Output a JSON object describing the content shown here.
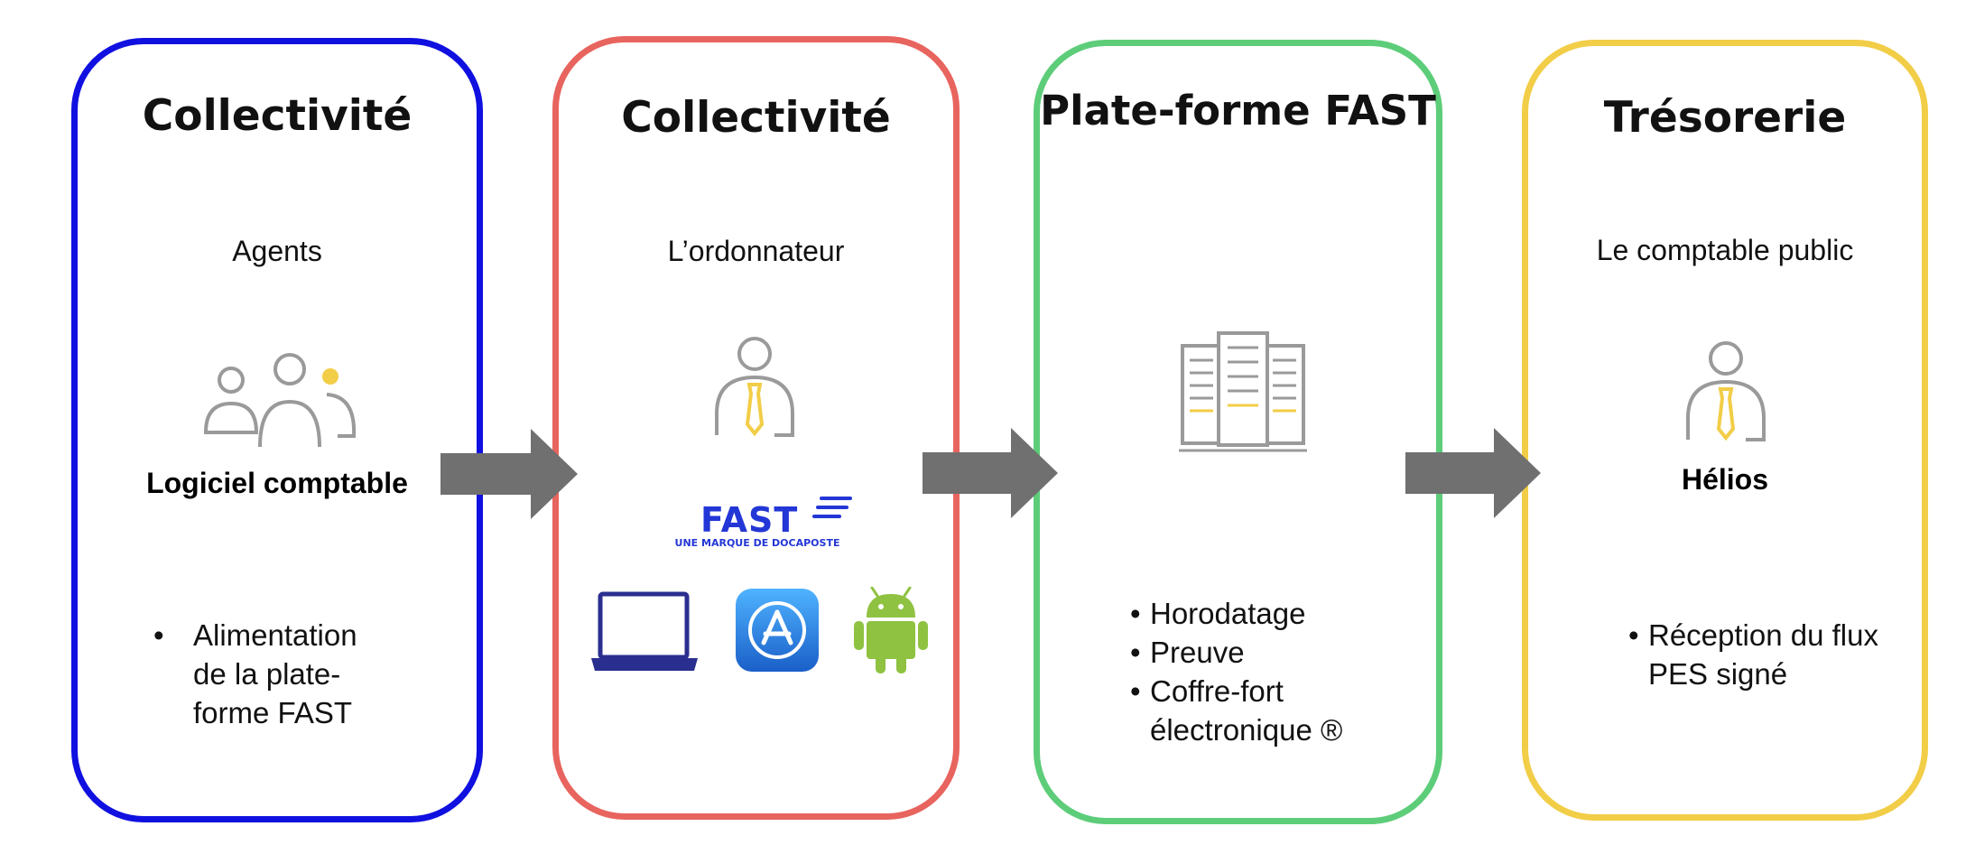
{
  "colors": {
    "box1": "#1010e0",
    "box2": "#e8645e",
    "box3": "#5dcd79",
    "box4": "#f2cd47",
    "arrow": "#707070",
    "icon_gray": "#9a9a9a",
    "icon_accent": "#f2cd47",
    "fast_blue": "#2336d6"
  },
  "columns": [
    {
      "title": "Collectivité",
      "role": "Agents",
      "icon": "group-of-people-icon",
      "system": "Logiciel comptable",
      "bullets": [
        "Alimentation de la plate-forme FAST"
      ]
    },
    {
      "title": "Collectivité",
      "role": "L’ordonnateur",
      "icon": "person-with-tie-icon",
      "logo": {
        "name": "FAST",
        "tagline": "UNE MARQUE DE DOCAPOSTE"
      },
      "devices": [
        "laptop-icon",
        "app-store-icon",
        "android-icon"
      ]
    },
    {
      "title": "Plate-forme FAST",
      "icon": "server-rack-icon",
      "bullets": [
        "Horodatage",
        "Preuve",
        "Coffre-fort électronique ®"
      ]
    },
    {
      "title": "Trésorerie",
      "role": "Le comptable public",
      "icon": "person-with-tie-icon",
      "system": "Hélios",
      "bullets": [
        "Réception du flux PES signé"
      ]
    }
  ]
}
